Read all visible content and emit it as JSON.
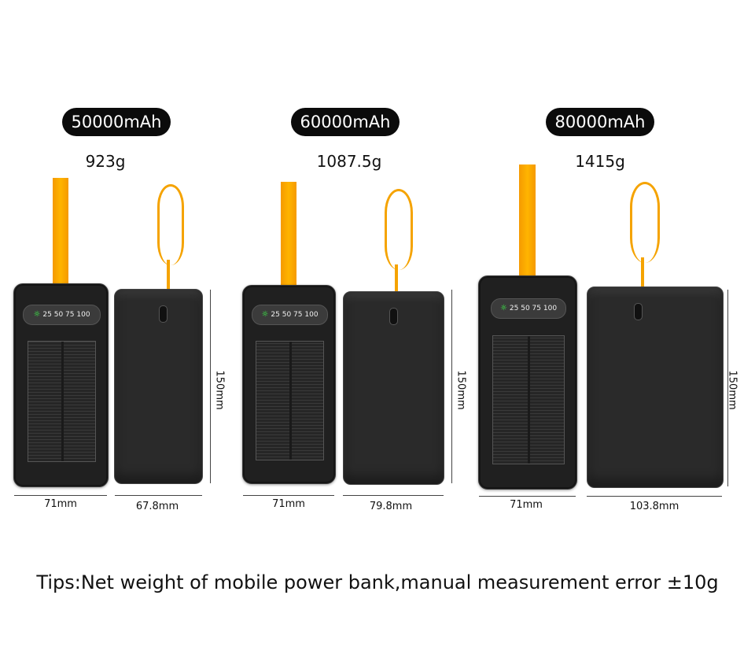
{
  "products": [
    {
      "capacity": "50000mAh",
      "weight": "923g",
      "indicator": {
        "sun": "☼",
        "levels": "25 50 75 100"
      },
      "front_width": "71mm",
      "back_width": "67.8mm",
      "height": "150mm"
    },
    {
      "capacity": "60000mAh",
      "weight": "1087.5g",
      "indicator": {
        "sun": "☼",
        "levels": "25 50 75 100"
      },
      "front_width": "71mm",
      "back_width": "79.8mm",
      "height": "150mm"
    },
    {
      "capacity": "80000mAh",
      "weight": "1415g",
      "indicator": {
        "sun": "☼",
        "levels": "25 50 75 100"
      },
      "front_width": "71mm",
      "back_width": "103.8mm",
      "height": "150mm"
    }
  ],
  "tip": "Tips:Net weight of mobile power bank,manual measurement error ±10g",
  "colors": {
    "strap": "#f5a300",
    "device": "#202020",
    "indicator_green": "#3cff4a",
    "pill": "#0b0b0b"
  }
}
